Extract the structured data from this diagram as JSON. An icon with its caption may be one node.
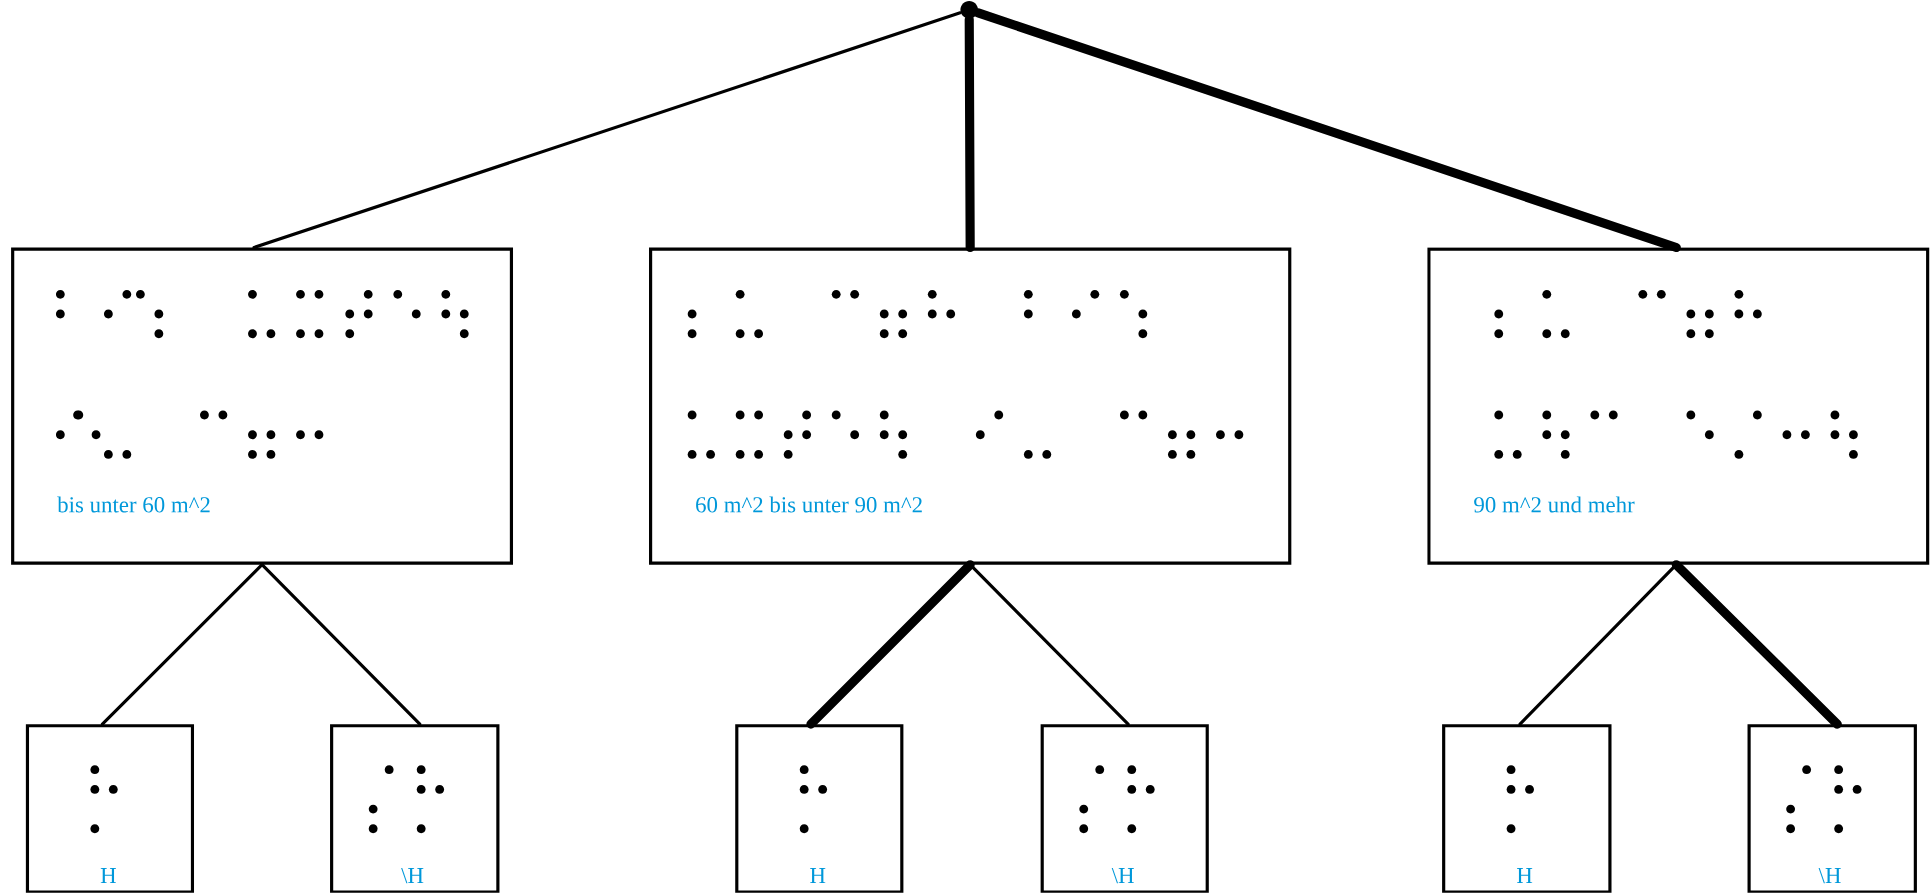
{
  "diagram": {
    "nodes": [
      {
        "text": [],
        "shape": "circle"
      },
      {
        "text": [
          "bis unter 60 m^2"
        ]
      },
      {
        "text": [
          "60 m^2 bis unter 90 m^2"
        ]
      },
      {
        "text": [
          "90 m^2 und mehr"
        ]
      },
      {
        "text": [
          "H"
        ]
      },
      {
        "text": [
          "\\H"
        ]
      },
      {
        "text": [
          "H"
        ]
      },
      {
        "text": [
          "\\H"
        ]
      },
      {
        "text": [
          "H"
        ]
      },
      {
        "text": [
          "\\H"
        ]
      }
    ],
    "edges": [
      {
        "from": 0,
        "to": 1,
        "arrow": "none"
      },
      {
        "from": 0,
        "to": 2,
        "arrow": "none",
        "style": "thick"
      },
      {
        "from": 0,
        "to": 3,
        "arrow": "none",
        "style": "thick"
      },
      {
        "from": 1,
        "to": 4,
        "arrow": "none"
      },
      {
        "from": 1,
        "to": 5,
        "arrow": "none"
      },
      {
        "from": 2,
        "to": 6,
        "arrow": "none",
        "style": "thick"
      },
      {
        "from": 2,
        "to": 7,
        "arrow": "none"
      },
      {
        "from": 3,
        "to": 8,
        "arrow": "none"
      },
      {
        "from": 3,
        "to": 9,
        "arrow": "none",
        "style": "thick"
      }
    ]
  }
}
